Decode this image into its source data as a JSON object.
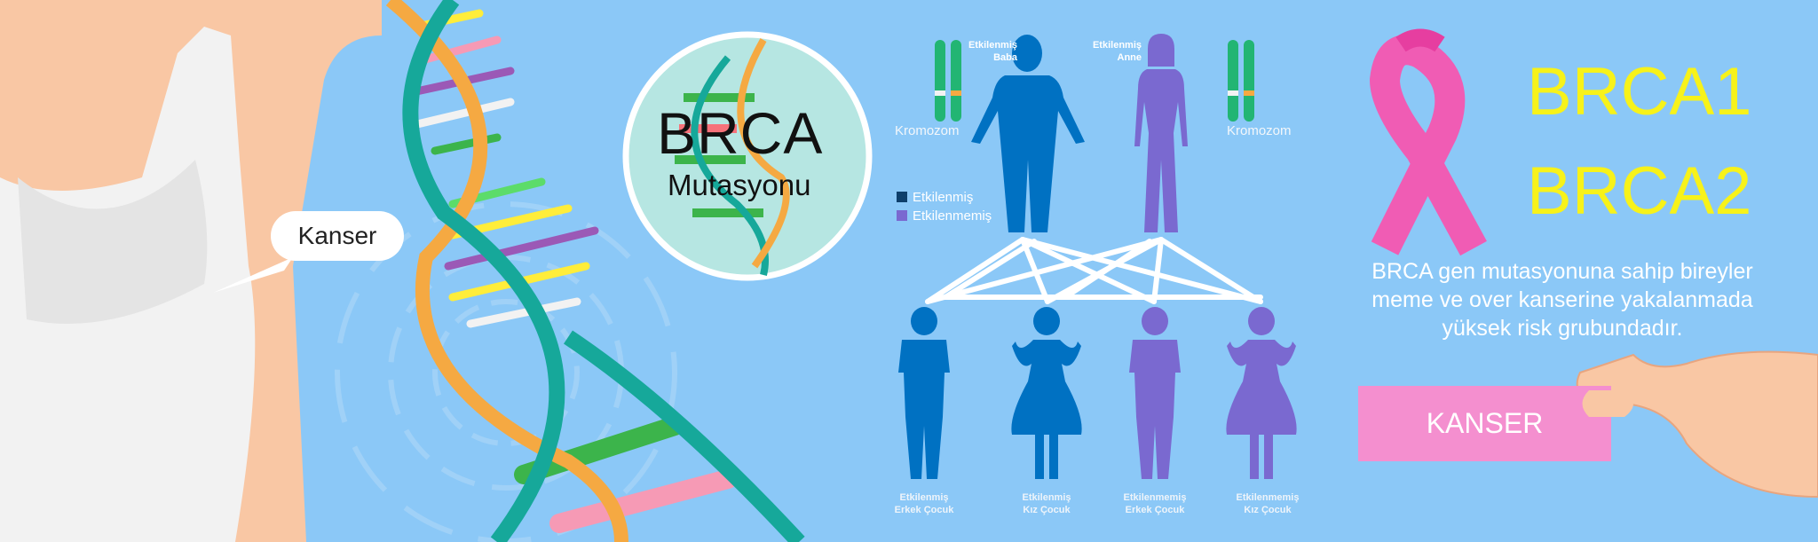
{
  "left_panel": {
    "bubble_label": "Kanser"
  },
  "circle": {
    "title": "BRCA",
    "subtitle": "Mutasyonu"
  },
  "family": {
    "father_label_line1": "Etkilenmiş",
    "father_label_line2": "Baba",
    "mother_label_line1": "Etkilenmiş",
    "mother_label_line2": "Anne",
    "chromosome_label_left": "Kromozom",
    "chromosome_label_right": "Kromozom",
    "legend": [
      {
        "label": "Etkilenmiş",
        "color": "#0d3f6b"
      },
      {
        "label": "Etkilenmemiş",
        "color": "#7a69d0"
      }
    ],
    "children": [
      {
        "line1": "Etkilenmiş",
        "line2": "Erkek Çocuk"
      },
      {
        "line1": "Etkilenmiş",
        "line2": "Kız Çocuk"
      },
      {
        "line1": "Etkilenmemiş",
        "line2": "Erkek Çocuk"
      },
      {
        "line1": "Etkilenmemiş",
        "line2": "Kız Çocuk"
      }
    ]
  },
  "right_panel": {
    "title1": "BRCA1",
    "title2": "BRCA2",
    "paragraph_line1": "BRCA gen mutasyonuna sahip bireyler",
    "paragraph_line2": "meme ve over kanserine yakalanmada",
    "paragraph_line3": "yüksek risk grubundadır.",
    "button_label": "KANSER"
  },
  "colors": {
    "background": "#8bc8f7",
    "affected": "#0071c2",
    "unaffected": "#7a69d0",
    "accent": "#f7f21a",
    "ribbon": "#f05cb4"
  }
}
